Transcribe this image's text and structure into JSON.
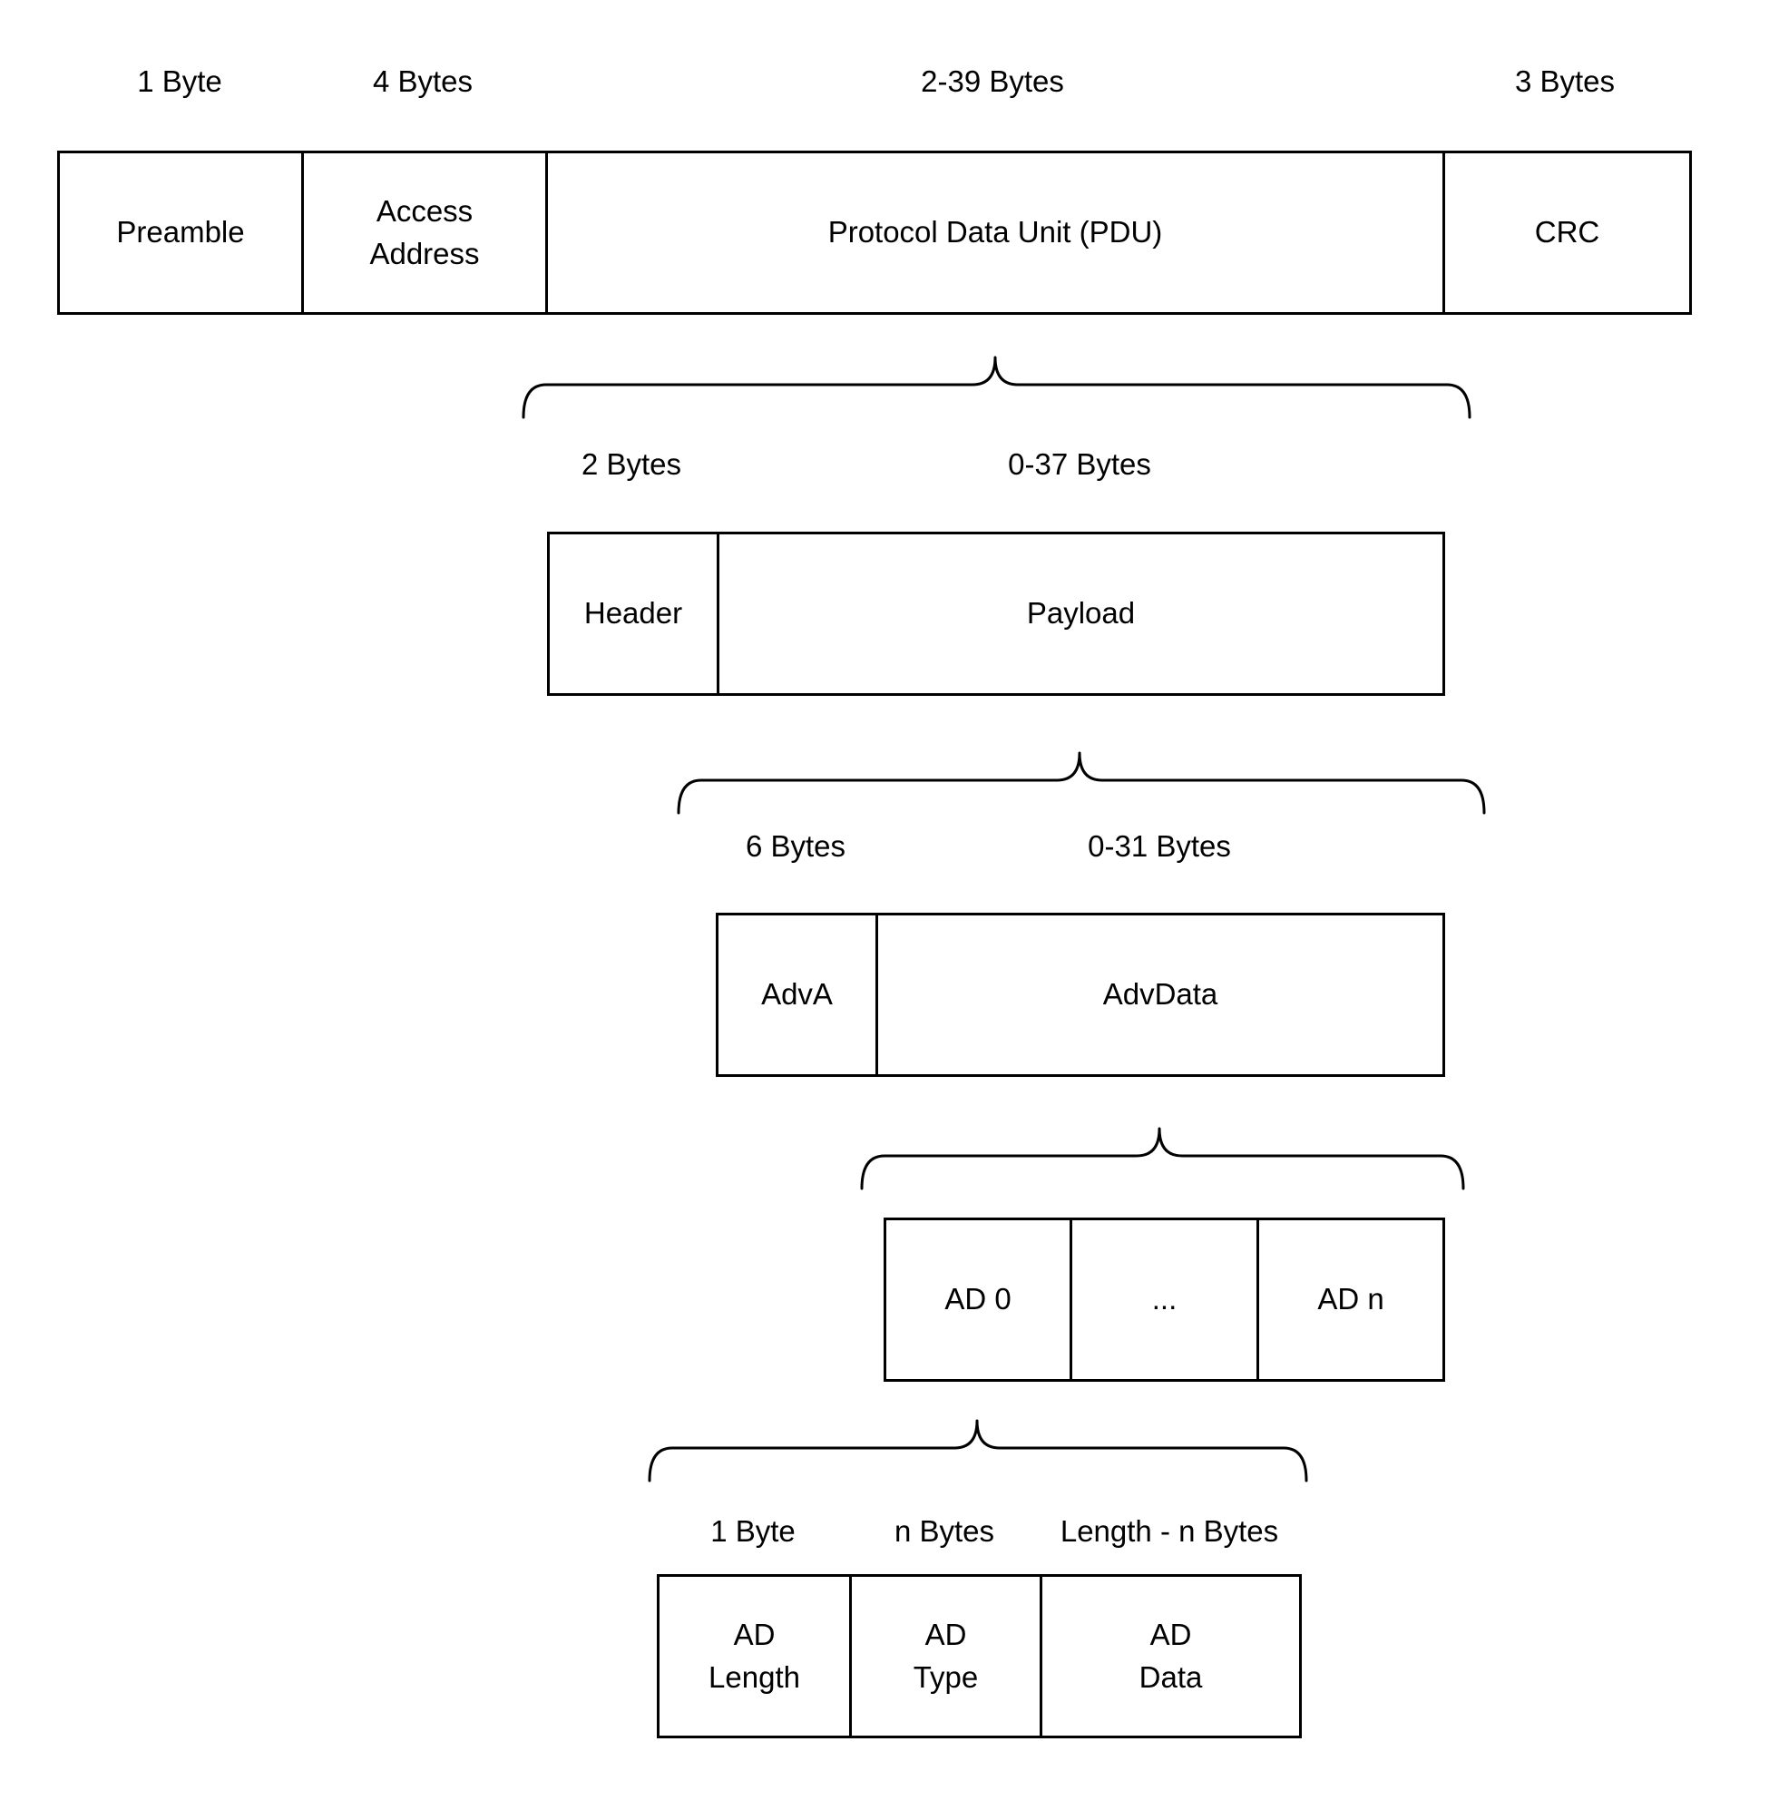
{
  "colors": {
    "line": "#000000",
    "text": "#000000",
    "background": "#ffffff"
  },
  "levels": {
    "packet": {
      "sizes": [
        "1 Byte",
        "4 Bytes",
        "2-39 Bytes",
        "3 Bytes"
      ],
      "fields": [
        "Preamble",
        "Access\nAddress",
        "Protocol Data Unit (PDU)",
        "CRC"
      ]
    },
    "pdu": {
      "sizes": [
        "2 Bytes",
        "0-37 Bytes"
      ],
      "fields": [
        "Header",
        "Payload"
      ]
    },
    "payload": {
      "sizes": [
        "6 Bytes",
        "0-31 Bytes"
      ],
      "fields": [
        "AdvA",
        "AdvData"
      ]
    },
    "advdata": {
      "fields": [
        "AD 0",
        "...",
        "AD n"
      ]
    },
    "ad_structure": {
      "sizes": [
        "1 Byte",
        "n Bytes",
        "Length - n Bytes"
      ],
      "fields": [
        "AD\nLength",
        "AD\nType",
        "AD\nData"
      ]
    }
  }
}
